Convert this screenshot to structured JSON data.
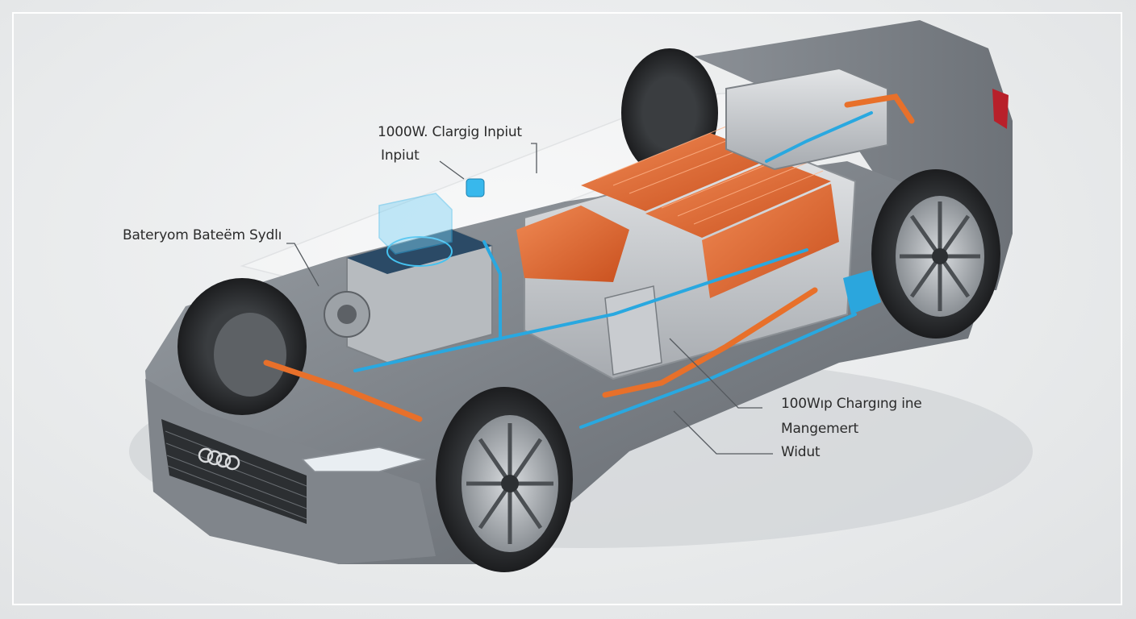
{
  "callouts": {
    "charging_input_line1": "1000W. Clargig Inpiut",
    "charging_input_line2": "Inpiut",
    "battery_system": "Bateryom Bateëm Sydlı",
    "charging_mgmt_line1": "100Wıp Chargıng ine",
    "charging_mgmt_line2": "Mangemert",
    "charging_mgmt_line3": "Widut"
  },
  "colors": {
    "car_body": "#8a8e93",
    "battery_cells": "#e0622e",
    "coolant_lines": "#29a8e0",
    "high_voltage_cables": "#e8702a"
  }
}
